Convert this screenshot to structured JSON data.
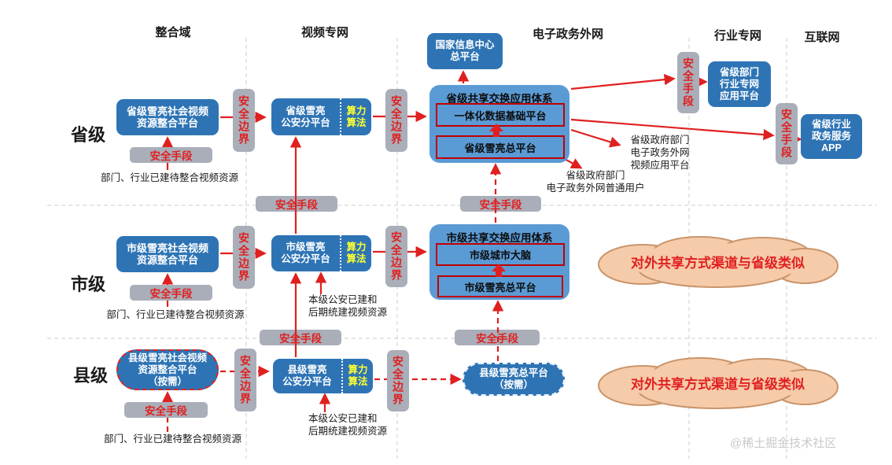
{
  "colors": {
    "box_dark": "#2e74b5",
    "box_light": "#5b9bd5",
    "pill_gray": "#a9aeb9",
    "arrow_red": "#e02020",
    "compute_yellow": "#fdff2e",
    "inner_border_red": "#c00000",
    "cloud_fill": "#f6cbaa",
    "cloud_stroke": "#c9956b"
  },
  "headers": {
    "integration_domain": "整合域",
    "video_network": "视频专网",
    "egov_network": "电子政务外网",
    "industry_network": "行业专网",
    "internet": "互联网"
  },
  "rows": {
    "province": "省级",
    "city": "市级",
    "county": "县级"
  },
  "pills": {
    "security_boundary": "安全边界",
    "security_measure": "安全手段"
  },
  "national_platform": "国家信息中心\n总平台",
  "province": {
    "integration_platform": "省级雪亮社会视频\n资源整合平台",
    "police_platform": "省级雪亮\n公安分平台",
    "compute": "算力\n算法",
    "share_system_title": "省级共享交换应用体系",
    "data_platform": "一体化数据基础平台",
    "total_platform": "省级雪亮总平台",
    "industry_platform": "省级部门\n行业专网\n应用平台",
    "service_app": "省级行业\n政务服务\nAPP",
    "video_app_users": "省级政府部门\n电子政务外网\n视频应用平台",
    "normal_users": "省级政府部门\n电子政务外网普通用户",
    "pending_resources_note": "部门、行业已建待整合视频资源"
  },
  "city": {
    "integration_platform": "市级雪亮社会视频\n资源整合平台",
    "police_platform": "市级雪亮\n公安分平台",
    "compute": "算力\n算法",
    "share_system_title": "市级共享交换应用体系",
    "city_brain": "市级城市大脑",
    "total_platform": "市级雪亮总平台",
    "pending_resources_note": "部门、行业已建待整合视频资源",
    "police_resources_note": "本级公安已建和\n后期统建视频资源",
    "cloud_note": "对外共享方式渠道与省级类似"
  },
  "county": {
    "integration_platform": "县级雪亮社会视频\n资源整合平台\n（按需）",
    "police_platform": "县级雪亮\n公安分平台",
    "compute": "算力\n算法",
    "total_platform": "县级雪亮总平台\n（按需）",
    "pending_resources_note": "部门、行业已建待整合视频资源",
    "police_resources_note": "本级公安已建和\n后期统建视频资源",
    "cloud_note": "对外共享方式渠道与省级类似"
  },
  "watermark": "@稀土掘金技术社区"
}
